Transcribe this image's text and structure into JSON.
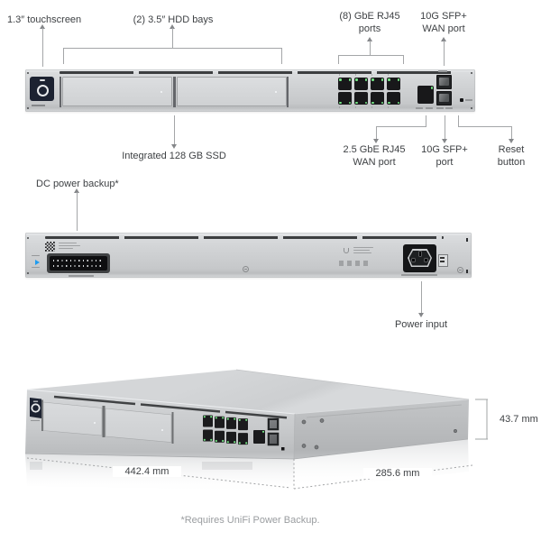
{
  "colors": {
    "accent-blue": "#1e9cf0",
    "led-green": "#74e584",
    "body-gray": "#d2d4d6",
    "screen-navy": "#1c2231",
    "label-text": "#3e4144",
    "muted-text": "#9a9da0",
    "line-gray": "#a4a6a8"
  },
  "front_view": {
    "labels": {
      "touchscreen": "1.3″ touchscreen",
      "hdd_bays": "(2) 3.5″ HDD bays",
      "rj45_ports": [
        "(8) GbE RJ45",
        "ports"
      ],
      "sfp_wan": [
        "10G SFP+",
        "WAN port"
      ],
      "ssd": "Integrated 128 GB SSD",
      "wan_rj45": [
        "2.5 GbE RJ45",
        "WAN port"
      ],
      "sfp_port": [
        "10G SFP+",
        "port"
      ],
      "reset": [
        "Reset",
        "button"
      ]
    }
  },
  "back_view": {
    "labels": {
      "dc_backup": "DC power backup*",
      "power_input": "Power input"
    }
  },
  "perspective_view": {
    "dimensions": {
      "width": "442.4 mm",
      "depth": "285.6 mm",
      "height": "43.7 mm"
    }
  },
  "footer": {
    "note": "*Requires UniFi Power Backup."
  }
}
